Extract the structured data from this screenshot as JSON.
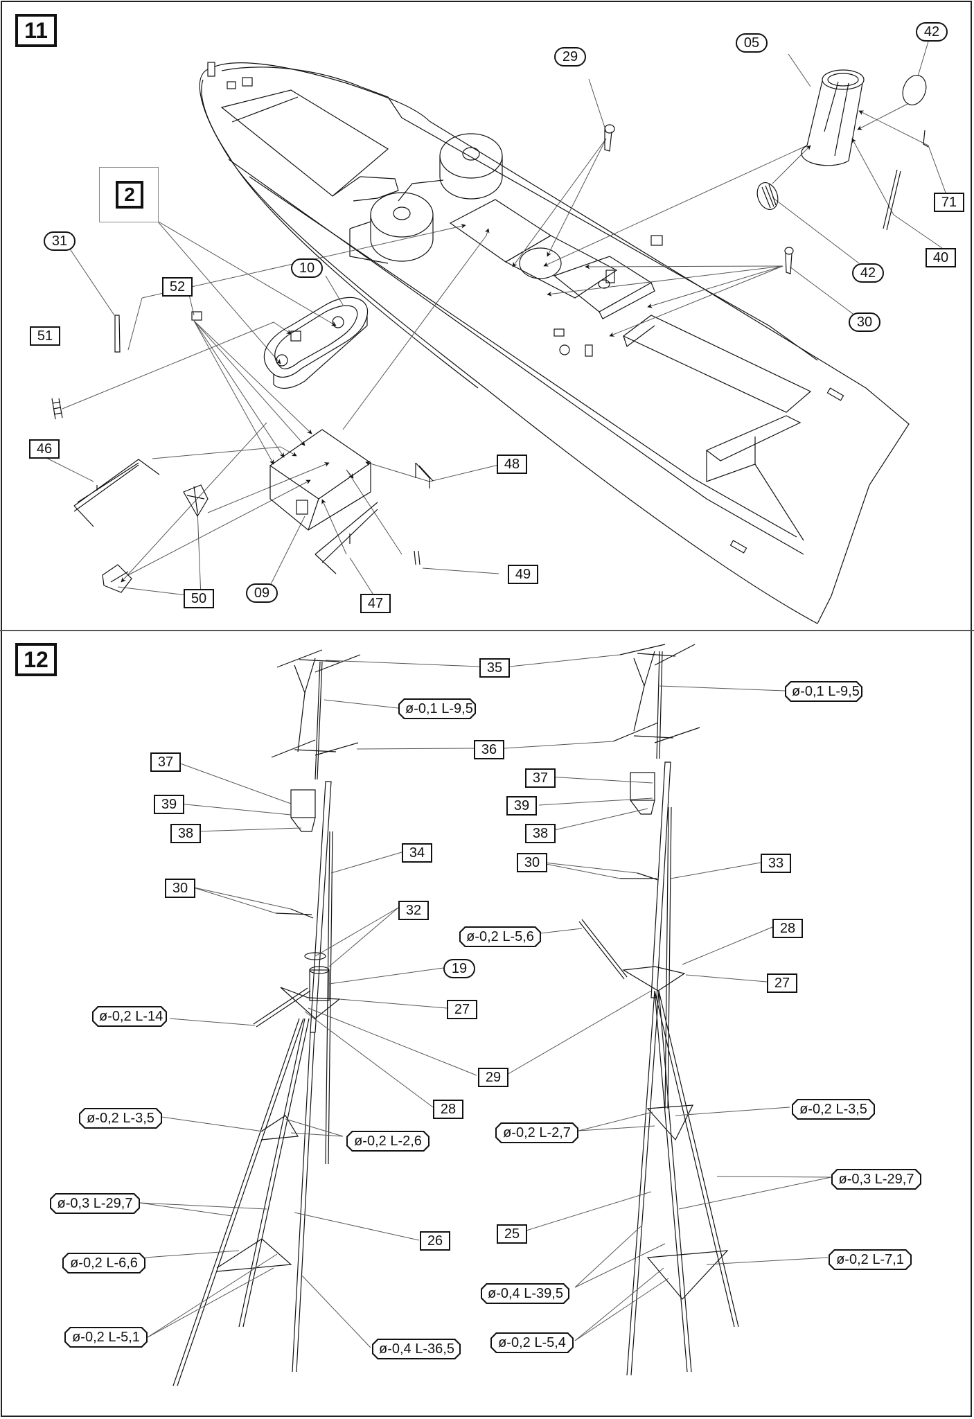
{
  "colors": {
    "line": "#111111",
    "leader": "#555555",
    "background": "#ffffff"
  },
  "step11": {
    "number": "11",
    "sub_reference": "2",
    "parts_square": [
      "52",
      "51",
      "46",
      "50",
      "47",
      "48",
      "49",
      "71",
      "40"
    ],
    "parts_oval": [
      "31",
      "10",
      "09",
      "29",
      "05",
      "42",
      "42",
      "30"
    ]
  },
  "step12": {
    "number": "12",
    "left_mast": {
      "parts_square": [
        "37",
        "39",
        "38",
        "34",
        "30",
        "32",
        "27",
        "28",
        "26"
      ],
      "parts_oval": [
        "19"
      ],
      "wires": [
        "ø-0,1 L-9,5",
        "ø-0,2 L-14",
        "ø-0,2 L-3,5",
        "ø-0,2 L-2,6",
        "ø-0,3 L-29,7",
        "ø-0,2 L-6,6",
        "ø-0,4 L-36,5",
        "ø-0,2 L-5,1"
      ]
    },
    "shared_parts": [
      "35",
      "36",
      "29"
    ],
    "right_mast": {
      "parts_square": [
        "37",
        "39",
        "38",
        "30",
        "33",
        "28",
        "27",
        "25"
      ],
      "wires": [
        "ø-0,1 L-9,5",
        "ø-0,2 L-5,6",
        "ø-0,2 L-3,5",
        "ø-0,2 L-2,7",
        "ø-0,3 L-29,7",
        "ø-0,2 L-7,1",
        "ø-0,4 L-39,5",
        "ø-0,2 L-5,4"
      ]
    }
  }
}
